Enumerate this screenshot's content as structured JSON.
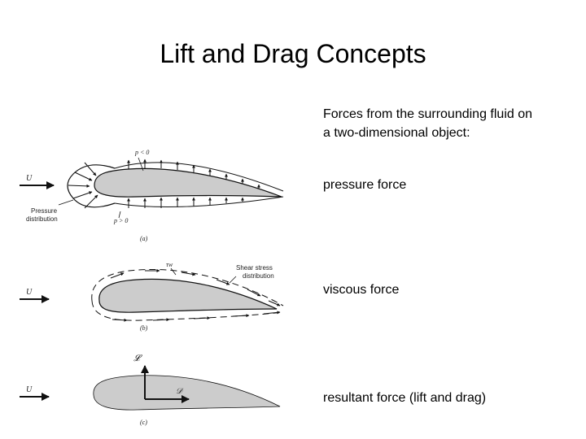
{
  "slide": {
    "title": "Lift and Drag Concepts",
    "intro_line1": "Forces from the surrounding fluid on",
    "intro_line2": "a two-dimensional object:",
    "item_pressure": "pressure force",
    "item_viscous": "viscous force",
    "item_resultant": "resultant force (lift and drag)"
  },
  "diagram_a": {
    "velocity": "U",
    "p_neg": "p < 0",
    "p_pos": "p > 0",
    "pressure_label_1": "Pressure",
    "pressure_label_2": "distribution",
    "caption": "(a)"
  },
  "diagram_b": {
    "velocity": "U",
    "tau": "τw",
    "shear_label_1": "Shear stress",
    "shear_label_2": "distribution",
    "caption": "(b)"
  },
  "diagram_c": {
    "velocity": "U",
    "lift": "𝓛",
    "drag": "𝒟",
    "caption": "(c)"
  },
  "colors": {
    "airfoil_fill": "#cccccc",
    "ink": "#111111"
  }
}
